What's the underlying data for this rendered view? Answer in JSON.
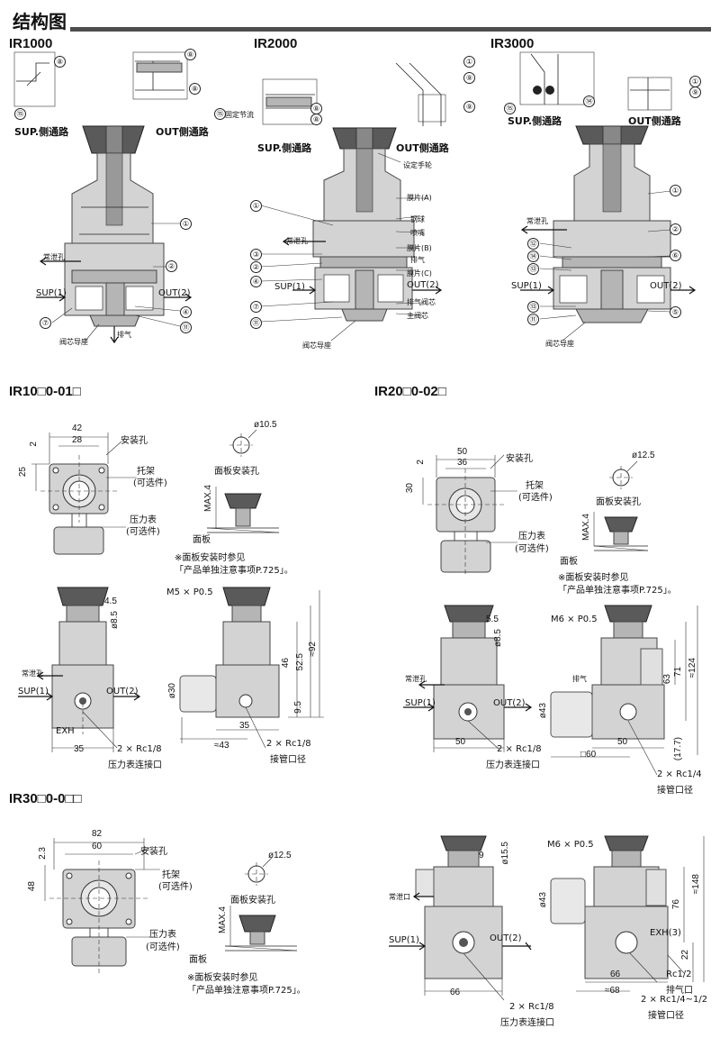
{
  "header": {
    "title": "结构图"
  },
  "sections": {
    "ir1000": "IR1000",
    "ir2000": "IR2000",
    "ir3000": "IR3000",
    "ir10_dims": "IR10□0-01□",
    "ir20_dims": "IR20□0-02□",
    "ir30_dims": "IR30□0-0□□"
  },
  "labels": {
    "sup_side": "SUP.侧通路",
    "out_side": "OUT侧通路",
    "fixed_throttle": "固定节流",
    "set_handwheel": "设定手轮",
    "relief_hole": "常泄孔",
    "relief_port": "常泄口",
    "sup1": "SUP(1)",
    "out2": "OUT(2)",
    "exhaust": "排气",
    "valve_guide": "阀芯导座",
    "diaphragm_a": "膜片(A)",
    "steel_ball": "钢球",
    "nozzle": "喷嘴",
    "diaphragm_b": "膜片(B)",
    "diaphragm_c": "膜片(C)",
    "exhaust_valve": "排气阀芯",
    "main_valve": "主阀芯",
    "mount_hole": "安装孔",
    "bracket": "托架",
    "optional": "(可选件)",
    "gauge": "压力表",
    "panel_mount_hole": "面板安装孔",
    "panel": "面板",
    "max4": "MAX.4",
    "note1": "※面板安装时参见",
    "note2": "「产品单独注意事项P.725」。",
    "exh": "EXH",
    "exh3": "EXH(3)",
    "gauge_port": "压力表连接口",
    "pipe_port": "接管口径",
    "exhaust_port": "排气口",
    "m5": "M5 × P0.5",
    "m6": "M6 × P0.5",
    "rc18": "2 × Rc1/8",
    "rc14": "2 × Rc1/4",
    "rc12": "Rc1/2",
    "rc14_12": "2 × Rc1/4~1/2"
  },
  "dims": {
    "ir10": {
      "d42": "42",
      "d28": "28",
      "d2": "2",
      "d25": "25",
      "phi105": "ø10.5",
      "d45": "4.5",
      "phi85": "ø8.5",
      "phi30": "ø30",
      "d35a": "35",
      "d35b": "35",
      "d43": "≈43",
      "d46": "46",
      "d525": "52.5",
      "d92": "≈92",
      "d95": "9.5"
    },
    "ir20": {
      "d50": "50",
      "d36": "36",
      "d2": "2",
      "d30": "30",
      "phi125": "ø12.5",
      "d55": "5.5",
      "phi85": "ø8.5",
      "phi43": "ø43",
      "d50b": "50",
      "d50c": "50",
      "sq60": "□60",
      "d63": "63",
      "d71": "71",
      "d124": "≈124",
      "d177": "(17.7)"
    },
    "ir30": {
      "d82": "82",
      "d60": "60",
      "d23": "2.3",
      "d48": "48",
      "phi125": "ø12.5",
      "d9": "9",
      "phi155": "ø15.5",
      "phi43": "ø43",
      "d66a": "66",
      "d66b": "66",
      "d68": "≈68",
      "d76": "76",
      "d22": "22",
      "d148": "≈148"
    }
  },
  "callouts": [
    "①",
    "②",
    "④",
    "⑤",
    "⑥",
    "⑦",
    "⑧",
    "⑨",
    "⑩",
    "⑪",
    "⑫",
    "⑬",
    "⑭",
    "⑮",
    "③"
  ]
}
